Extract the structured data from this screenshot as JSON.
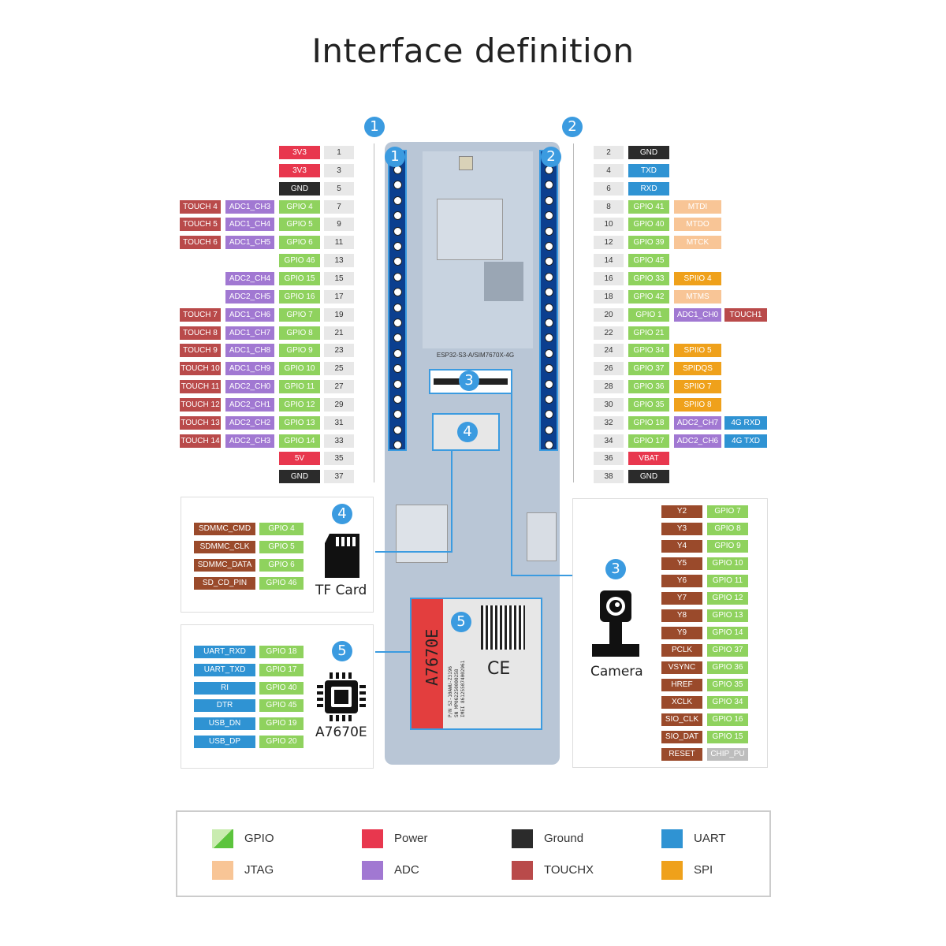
{
  "title": "Interface definition",
  "colors": {
    "GPIO": "#8fd25e",
    "Power": "#e8374e",
    "Ground": "#2b2b2b",
    "UART": "#2f93d3",
    "JTAG": "#f8c596",
    "ADC": "#a178d2",
    "TOUCHX": "#b94a4a",
    "SPI": "#efa11b",
    "SD": "#9a4a2b",
    "CAM": "#9a4a2b",
    "CHIP": "#bdbdbd",
    "badge": "#3b9be0"
  },
  "header1": {
    "badge": "1",
    "rows": [
      {
        "num": "1",
        "cells": [
          {
            "t": "3V3",
            "c": "Power"
          }
        ]
      },
      {
        "num": "3",
        "cells": [
          {
            "t": "3V3",
            "c": "Power"
          }
        ]
      },
      {
        "num": "5",
        "cells": [
          {
            "t": "GND",
            "c": "Ground"
          }
        ]
      },
      {
        "num": "7",
        "cells": [
          {
            "t": "GPIO 4",
            "c": "GPIO"
          },
          {
            "t": "ADC1_CH3",
            "c": "ADC"
          },
          {
            "t": "TOUCH 4",
            "c": "TOUCHX"
          }
        ]
      },
      {
        "num": "9",
        "cells": [
          {
            "t": "GPIO 5",
            "c": "GPIO"
          },
          {
            "t": "ADC1_CH4",
            "c": "ADC"
          },
          {
            "t": "TOUCH 5",
            "c": "TOUCHX"
          }
        ]
      },
      {
        "num": "11",
        "cells": [
          {
            "t": "GPIO 6",
            "c": "GPIO"
          },
          {
            "t": "ADC1_CH5",
            "c": "ADC"
          },
          {
            "t": "TOUCH 6",
            "c": "TOUCHX"
          }
        ]
      },
      {
        "num": "13",
        "cells": [
          {
            "t": "GPIO 46",
            "c": "GPIO"
          }
        ]
      },
      {
        "num": "15",
        "cells": [
          {
            "t": "GPIO 15",
            "c": "GPIO"
          },
          {
            "t": "ADC2_CH4",
            "c": "ADC"
          }
        ]
      },
      {
        "num": "17",
        "cells": [
          {
            "t": "GPIO 16",
            "c": "GPIO"
          },
          {
            "t": "ADC2_CH5",
            "c": "ADC"
          }
        ]
      },
      {
        "num": "19",
        "cells": [
          {
            "t": "GPIO 7",
            "c": "GPIO"
          },
          {
            "t": "ADC1_CH6",
            "c": "ADC"
          },
          {
            "t": "TOUCH 7",
            "c": "TOUCHX"
          }
        ]
      },
      {
        "num": "21",
        "cells": [
          {
            "t": "GPIO 8",
            "c": "GPIO"
          },
          {
            "t": "ADC1_CH7",
            "c": "ADC"
          },
          {
            "t": "TOUCH 8",
            "c": "TOUCHX"
          }
        ]
      },
      {
        "num": "23",
        "cells": [
          {
            "t": "GPIO 9",
            "c": "GPIO"
          },
          {
            "t": "ADC1_CH8",
            "c": "ADC"
          },
          {
            "t": "TOUCH 9",
            "c": "TOUCHX"
          }
        ]
      },
      {
        "num": "25",
        "cells": [
          {
            "t": "GPIO 10",
            "c": "GPIO"
          },
          {
            "t": "ADC1_CH9",
            "c": "ADC"
          },
          {
            "t": "TOUCH 10",
            "c": "TOUCHX"
          }
        ]
      },
      {
        "num": "27",
        "cells": [
          {
            "t": "GPIO 11",
            "c": "GPIO"
          },
          {
            "t": "ADC2_CH0",
            "c": "ADC"
          },
          {
            "t": "TOUCH 11",
            "c": "TOUCHX"
          }
        ]
      },
      {
        "num": "29",
        "cells": [
          {
            "t": "GPIO 12",
            "c": "GPIO"
          },
          {
            "t": "ADC2_CH1",
            "c": "ADC"
          },
          {
            "t": "TOUCH 12",
            "c": "TOUCHX"
          }
        ]
      },
      {
        "num": "31",
        "cells": [
          {
            "t": "GPIO 13",
            "c": "GPIO"
          },
          {
            "t": "ADC2_CH2",
            "c": "ADC"
          },
          {
            "t": "TOUCH 13",
            "c": "TOUCHX"
          }
        ]
      },
      {
        "num": "33",
        "cells": [
          {
            "t": "GPIO 14",
            "c": "GPIO"
          },
          {
            "t": "ADC2_CH3",
            "c": "ADC"
          },
          {
            "t": "TOUCH 14",
            "c": "TOUCHX"
          }
        ]
      },
      {
        "num": "35",
        "cells": [
          {
            "t": "5V",
            "c": "Power"
          }
        ]
      },
      {
        "num": "37",
        "cells": [
          {
            "t": "GND",
            "c": "Ground"
          }
        ]
      }
    ]
  },
  "header2": {
    "badge": "2",
    "rows": [
      {
        "num": "2",
        "cells": [
          {
            "t": "GND",
            "c": "Ground"
          }
        ]
      },
      {
        "num": "4",
        "cells": [
          {
            "t": "TXD",
            "c": "UART"
          }
        ]
      },
      {
        "num": "6",
        "cells": [
          {
            "t": "RXD",
            "c": "UART"
          }
        ]
      },
      {
        "num": "8",
        "cells": [
          {
            "t": "GPIO 41",
            "c": "GPIO"
          },
          {
            "t": "MTDI",
            "c": "JTAG"
          }
        ]
      },
      {
        "num": "10",
        "cells": [
          {
            "t": "GPIO 40",
            "c": "GPIO"
          },
          {
            "t": "MTDO",
            "c": "JTAG"
          }
        ]
      },
      {
        "num": "12",
        "cells": [
          {
            "t": "GPIO 39",
            "c": "GPIO"
          },
          {
            "t": "MTCK",
            "c": "JTAG"
          }
        ]
      },
      {
        "num": "14",
        "cells": [
          {
            "t": "GPIO 45",
            "c": "GPIO"
          }
        ]
      },
      {
        "num": "16",
        "cells": [
          {
            "t": "GPIO 33",
            "c": "GPIO"
          },
          {
            "t": "SPIIO 4",
            "c": "SPI"
          }
        ]
      },
      {
        "num": "18",
        "cells": [
          {
            "t": "GPIO 42",
            "c": "GPIO"
          },
          {
            "t": "MTMS",
            "c": "JTAG"
          }
        ]
      },
      {
        "num": "20",
        "cells": [
          {
            "t": "GPIO 1",
            "c": "GPIO"
          },
          {
            "t": "ADC1_CH0",
            "c": "ADC"
          },
          {
            "t": "TOUCH1",
            "c": "TOUCHX"
          }
        ]
      },
      {
        "num": "22",
        "cells": [
          {
            "t": "GPIO 21",
            "c": "GPIO"
          }
        ]
      },
      {
        "num": "24",
        "cells": [
          {
            "t": "GPIO 34",
            "c": "GPIO"
          },
          {
            "t": "SPIIO 5",
            "c": "SPI"
          }
        ]
      },
      {
        "num": "26",
        "cells": [
          {
            "t": "GPIO 37",
            "c": "GPIO"
          },
          {
            "t": "SPIDQS",
            "c": "SPI"
          }
        ]
      },
      {
        "num": "28",
        "cells": [
          {
            "t": "GPIO 36",
            "c": "GPIO"
          },
          {
            "t": "SPIIO 7",
            "c": "SPI"
          }
        ]
      },
      {
        "num": "30",
        "cells": [
          {
            "t": "GPIO 35",
            "c": "GPIO"
          },
          {
            "t": "SPIIO 8",
            "c": "SPI"
          }
        ]
      },
      {
        "num": "32",
        "cells": [
          {
            "t": "GPIO 18",
            "c": "GPIO"
          },
          {
            "t": "ADC2_CH7",
            "c": "ADC"
          },
          {
            "t": "4G RXD",
            "c": "UART"
          }
        ]
      },
      {
        "num": "34",
        "cells": [
          {
            "t": "GPIO 17",
            "c": "GPIO"
          },
          {
            "t": "ADC2_CH6",
            "c": "ADC"
          },
          {
            "t": "4G TXD",
            "c": "UART"
          }
        ]
      },
      {
        "num": "36",
        "cells": [
          {
            "t": "VBAT",
            "c": "Power"
          }
        ]
      },
      {
        "num": "38",
        "cells": [
          {
            "t": "GND",
            "c": "Ground"
          }
        ]
      }
    ]
  },
  "board": {
    "label": "ESP32-S3-A/SIM7670X-4G",
    "module_name": "A7670E",
    "module_lines": [
      "P/N S2-10AWU-Z3196",
      "SN MP062250000258",
      "IMEI 861255074002961"
    ],
    "ce": "CE",
    "badges": {
      "h1": "1",
      "h2": "2",
      "cam": "3",
      "tf": "4",
      "mod": "5"
    }
  },
  "tf": {
    "badge": "4",
    "label": "TF Card",
    "rows": [
      {
        "a": "SDMMC_CMD",
        "b": "GPIO 4"
      },
      {
        "a": "SDMMC_CLK",
        "b": "GPIO 5"
      },
      {
        "a": "SDMMC_DATA",
        "b": "GPIO 6"
      },
      {
        "a": "SD_CD_PIN",
        "b": "GPIO 46"
      }
    ]
  },
  "a7670": {
    "badge": "5",
    "label": "A7670E",
    "rows": [
      {
        "a": "UART_RXD",
        "b": "GPIO 18"
      },
      {
        "a": "UART_TXD",
        "b": "GPIO 17"
      },
      {
        "a": "RI",
        "b": "GPIO 40"
      },
      {
        "a": "DTR",
        "b": "GPIO 45"
      },
      {
        "a": "USB_DN",
        "b": "GPIO 19"
      },
      {
        "a": "USB_DP",
        "b": "GPIO 20"
      }
    ]
  },
  "camera": {
    "badge": "3",
    "label": "Camera",
    "rows": [
      {
        "a": "Y2",
        "b": "GPIO 7"
      },
      {
        "a": "Y3",
        "b": "GPIO 8"
      },
      {
        "a": "Y4",
        "b": "GPIO 9"
      },
      {
        "a": "Y5",
        "b": "GPIO 10"
      },
      {
        "a": "Y6",
        "b": "GPIO 11"
      },
      {
        "a": "Y7",
        "b": "GPIO 12"
      },
      {
        "a": "Y8",
        "b": "GPIO 13"
      },
      {
        "a": "Y9",
        "b": "GPIO 14"
      },
      {
        "a": "PCLK",
        "b": "GPIO 37"
      },
      {
        "a": "VSYNC",
        "b": "GPIO 36"
      },
      {
        "a": "HREF",
        "b": "GPIO 35"
      },
      {
        "a": "XCLK",
        "b": "GPIO 34"
      },
      {
        "a": "SIO_CLK",
        "b": "GPIO 16"
      },
      {
        "a": "SIO_DAT",
        "b": "GPIO 15"
      },
      {
        "a": "RESET",
        "b": "CHIP_PU"
      }
    ]
  },
  "legend": [
    {
      "label": "GPIO",
      "c": "GPIO"
    },
    {
      "label": "Power",
      "c": "Power"
    },
    {
      "label": "Ground",
      "c": "Ground"
    },
    {
      "label": "UART",
      "c": "UART"
    },
    {
      "label": "JTAG",
      "c": "JTAG"
    },
    {
      "label": "ADC",
      "c": "ADC"
    },
    {
      "label": "TOUCHX",
      "c": "TOUCHX"
    },
    {
      "label": "SPI",
      "c": "SPI"
    }
  ]
}
